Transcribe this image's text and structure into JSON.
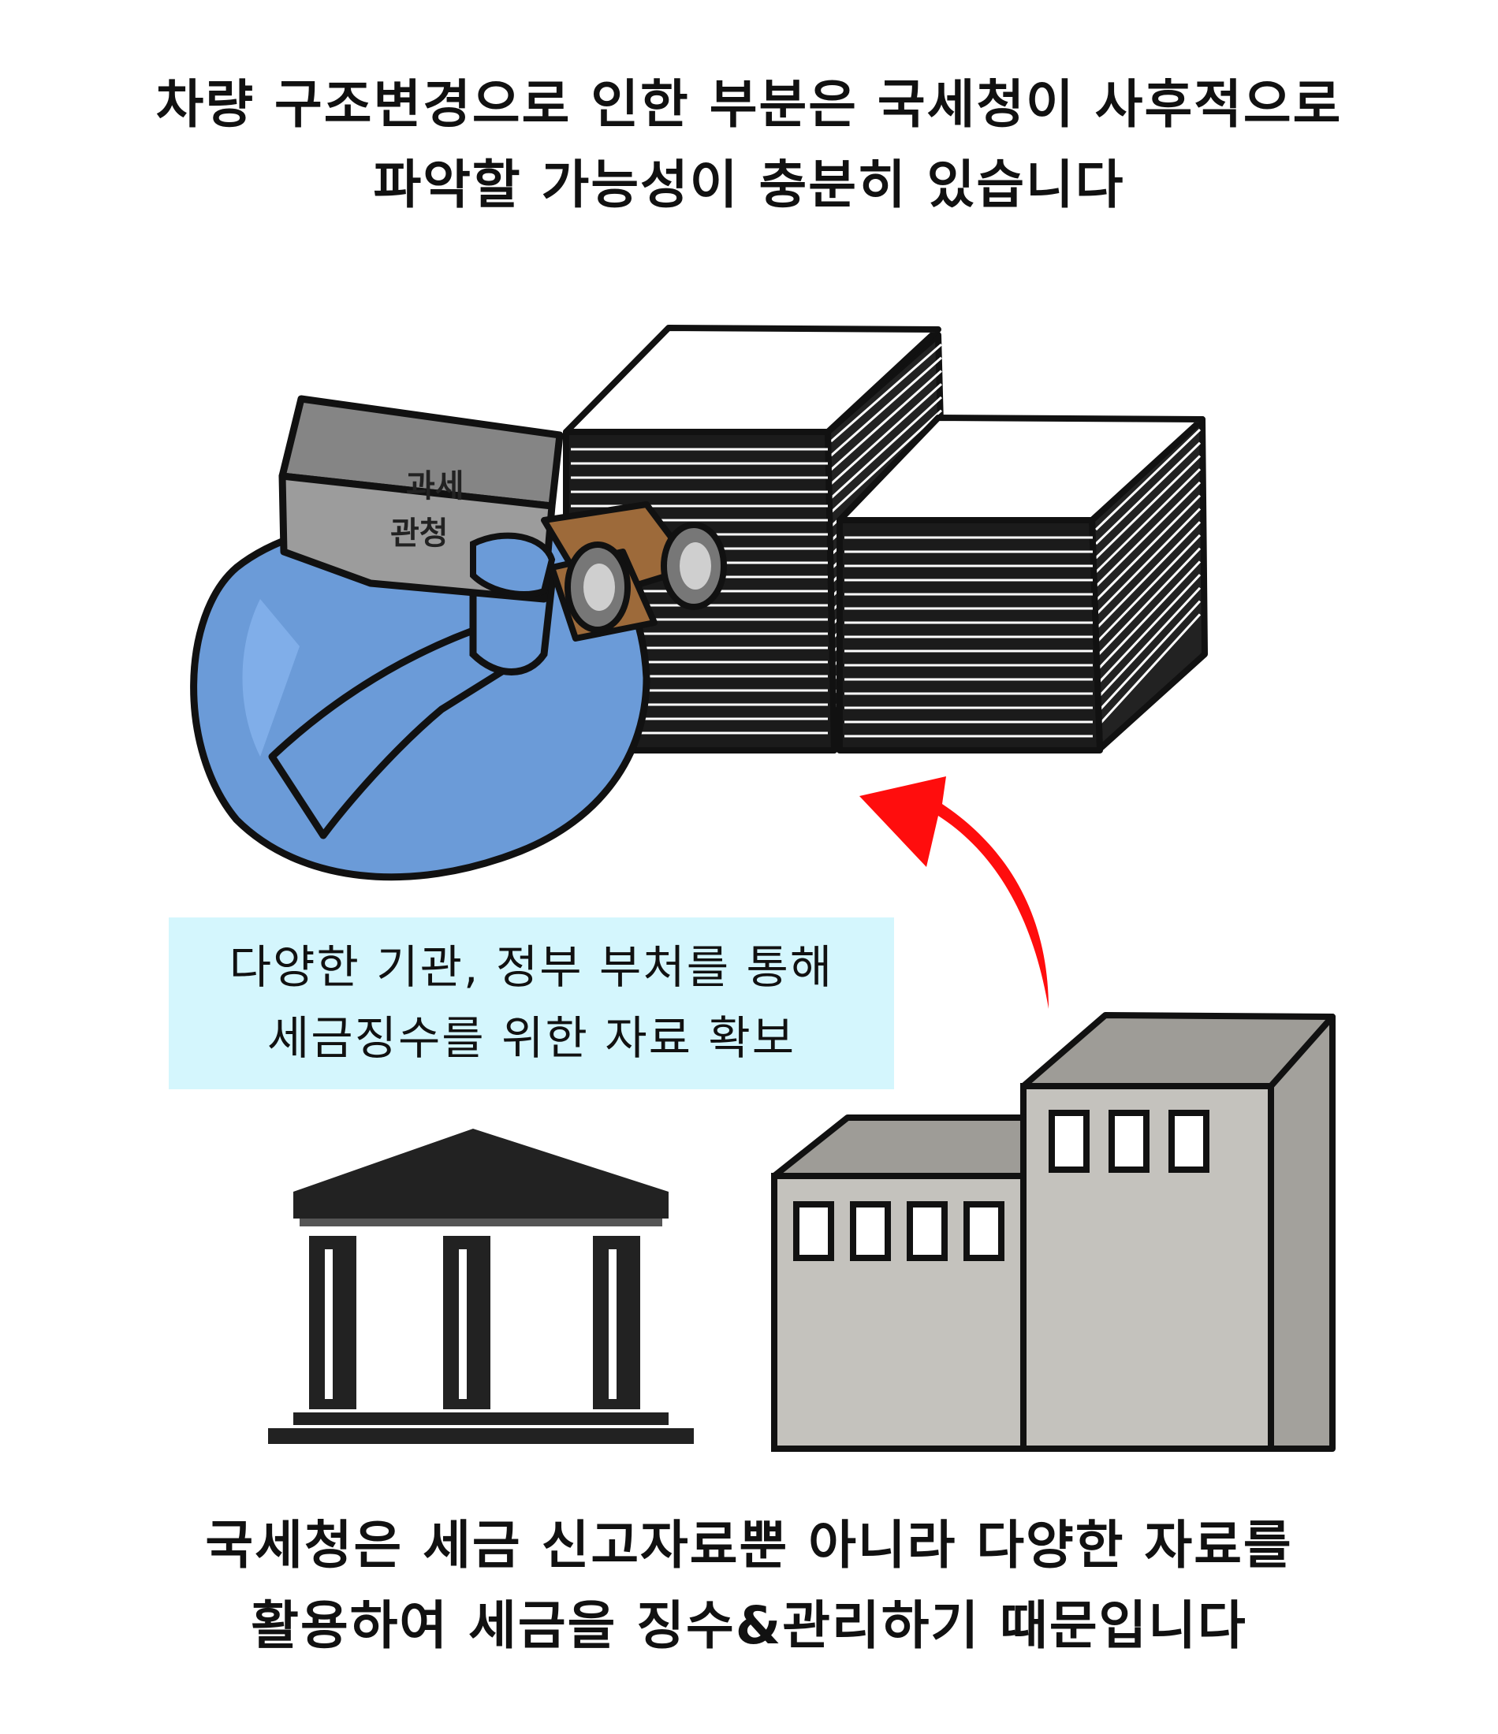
{
  "top_caption": {
    "line1": "차량 구조변경으로 인한 부분은 국세청이 사후적으로",
    "line2": "파악할 가능성이 충분히 있습니다"
  },
  "figure": {
    "box_label_line1": "과세",
    "box_label_line2": "관청",
    "colors": {
      "figure_body": "#6b9bd8",
      "figure_highlight": "#86b3ee",
      "box_face": "#9c9c9c",
      "binocular": "#9d6a3a",
      "arrow": "#ff0d0d",
      "building": "#c4c2bd",
      "building_side": "#a3a19c",
      "info_box_bg": "#d4f6fd"
    },
    "icons": [
      "person-with-box-head",
      "binoculars-icon",
      "document-stack-icon",
      "red-arrow-icon",
      "government-building-icon",
      "office-building-icon"
    ]
  },
  "info_box": {
    "line1": "다양한 기관, 정부 부처를 통해",
    "line2": "세금징수를 위한 자료 확보"
  },
  "bottom_caption": {
    "line1": "국세청은 세금 신고자료뿐 아니라 다양한 자료를",
    "line2": "활용하여 세금을 징수&관리하기 때문입니다"
  }
}
